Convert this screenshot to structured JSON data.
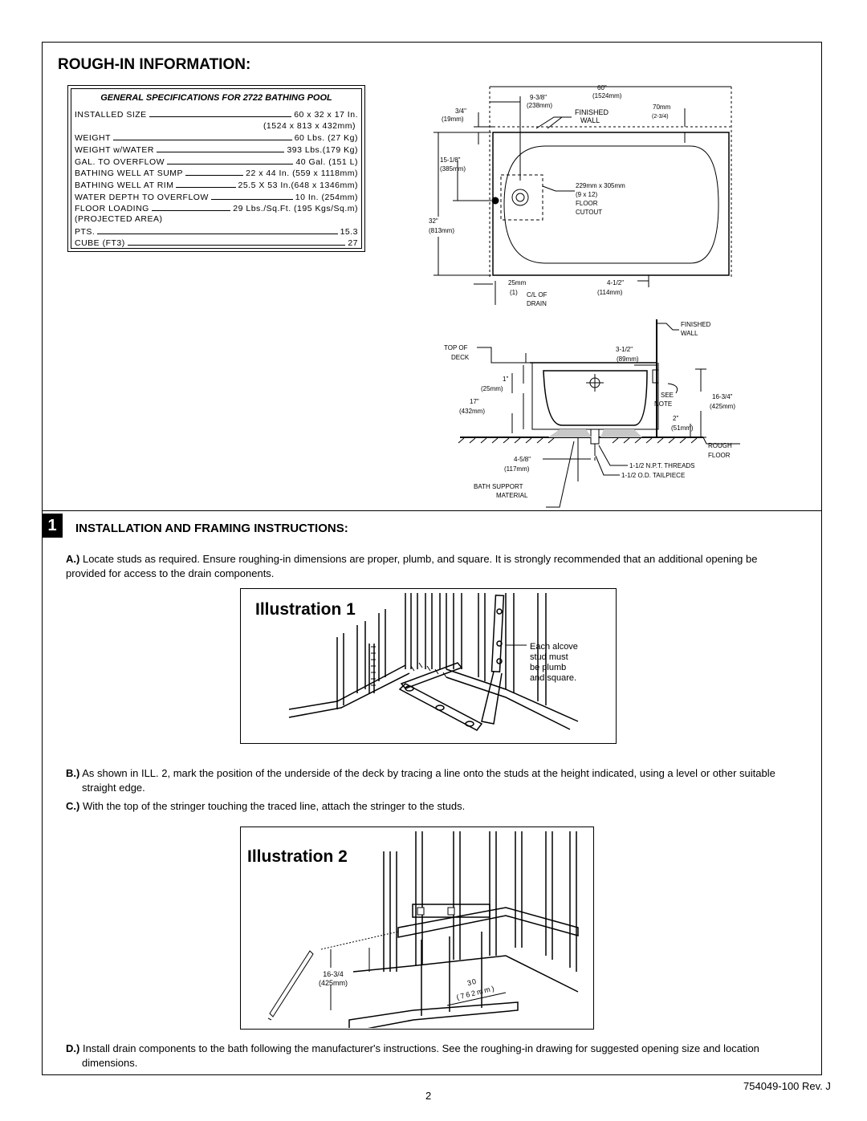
{
  "rough_in": {
    "title": "ROUGH-IN INFORMATION:",
    "spec_title": "GENERAL SPECIFICATIONS FOR 2722 BATHING POOL",
    "specs": [
      {
        "label": "INSTALLED SIZE",
        "value": "60 x 32 x 17 In."
      },
      {
        "label": "WEIGHT",
        "value": "60 Lbs. (27 Kg)"
      },
      {
        "label": "WEIGHT w/WATER",
        "value": "393 Lbs.(179 Kg)"
      },
      {
        "label": "GAL. TO OVERFLOW",
        "value": "40 Gal. (151 L)"
      },
      {
        "label": "BATHING WELL AT SUMP",
        "value": "22 x 44 In. (559 x 1118mm)"
      },
      {
        "label": "BATHING WELL AT RIM",
        "value": "25.5 X 53 In.(648 x 1346mm)"
      },
      {
        "label": "WATER DEPTH TO OVERFLOW",
        "value": "10 In. (254mm)"
      },
      {
        "label": "FLOOR LOADING",
        "value": "29 Lbs./Sq.Ft. (195 Kgs/Sq.m)"
      },
      {
        "label": "PTS.",
        "value": "15.3"
      },
      {
        "label": "CUBE (FT3)",
        "value": "27"
      }
    ],
    "installed_size_metric": "(1524 x 813 x 432mm)",
    "projected_area": "(PROJECTED AREA)"
  },
  "plan_view": {
    "w60": "60\"",
    "w60mm": "(1524mm)",
    "d938": "9-3/8\"",
    "d938mm": "(238mm)",
    "d34": "3/4\"",
    "d34mm": "(19mm)",
    "finished_wall_1": "FINISHED",
    "finished_wall_2": "WALL",
    "d70": "70mm",
    "d70in": "(2-3/4)",
    "d1518": "15-1/8\"",
    "d1518mm": "(385mm)",
    "cutout_1": "229mm x 305mm",
    "cutout_2": "(9 x 12)",
    "cutout_3": "FLOOR",
    "cutout_4": "CUTOUT",
    "d32": "32\"",
    "d32mm": "(813mm)",
    "d25": "25mm",
    "d1": "(1)",
    "cl_1": "C/L OF",
    "cl_2": "DRAIN",
    "d412": "4-1/2\"",
    "d412mm": "(114mm)"
  },
  "section_view": {
    "finished_wall_1": "FINISHED",
    "finished_wall_2": "WALL",
    "top_of_1": "TOP OF",
    "top_of_2": "DECK",
    "d312": "3-1/2\"",
    "d312mm": "(89mm)",
    "d1in": "1\"",
    "d1mm": "(25mm)",
    "d17": "17\"",
    "d17mm": "(432mm)",
    "see_1": "SEE",
    "see_2": "NOTE",
    "d1634": "16-3/4\"",
    "d1634mm": "(425mm)",
    "d2": "2\"",
    "d2mm": "(51mm)",
    "rough_1": "ROUGH",
    "rough_2": "FLOOR",
    "d458": "4-5/8\"",
    "d458mm": "(117mm)",
    "npt": "1-1/2 N.P.T. THREADS",
    "tailpiece": "1-1/2 O.D. TAILPIECE",
    "bath_support_1": "BATH SUPPORT",
    "bath_support_2": "MATERIAL"
  },
  "installation": {
    "step": "1",
    "title": "INSTALLATION AND FRAMING INSTRUCTIONS:",
    "a_label": "A.)",
    "a_text": "Locate studs as required. Ensure roughing-in dimensions are proper, plumb, and square. It is strongly recommended that an additional opening be provided for access to the drain components.",
    "ill1_title": "Illustration 1",
    "ill1_note_1": "Each alcove",
    "ill1_note_2": "stud must",
    "ill1_note_3": "be plumb",
    "ill1_note_4": "and square.",
    "b_label": "B.)",
    "b_text": "As shown in ILL. 2, mark the position of the underside of the deck by tracing a line onto the studs at the height indicated, using a level or other suitable straight edge.",
    "c_label": "C.)",
    "c_text": "With the top of the stringer touching the traced line, attach the stringer to the studs.",
    "ill2_title": "Illustration 2",
    "ill2_d1": "16-3/4",
    "ill2_d1mm": "(425mm)",
    "ill2_d2": "30",
    "ill2_d2mm": "(762mm)",
    "d_label": "D.)",
    "d_text": "Install drain components to the bath following the manufacturer's instructions. See the roughing-in drawing for suggested opening size and location dimensions."
  },
  "footer": {
    "page_number": "2",
    "doc_number": "754049-100 Rev. J"
  }
}
